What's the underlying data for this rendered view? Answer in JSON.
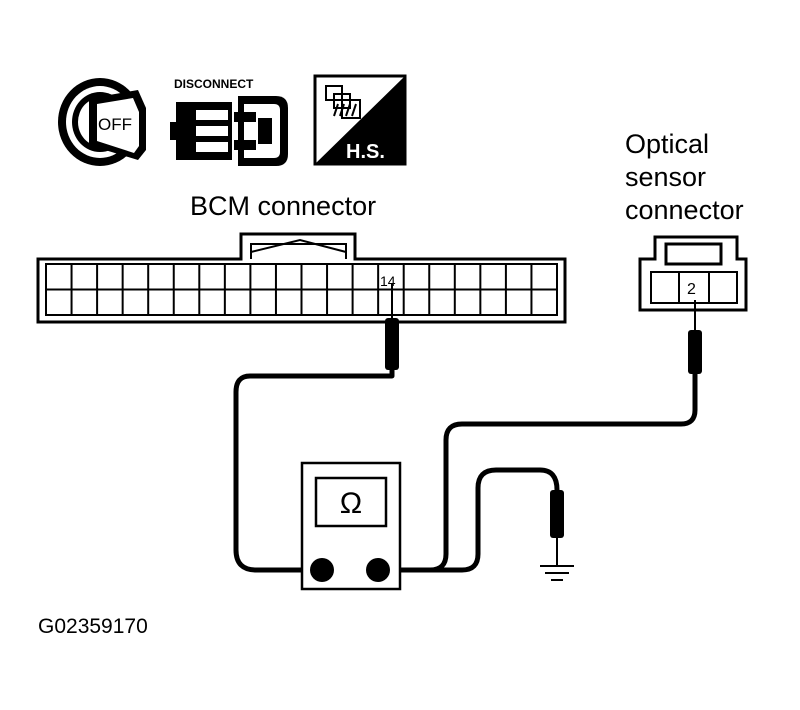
{
  "icons": {
    "ignition": {
      "name": "ignition-key-icon",
      "label": "OFF"
    },
    "disconnect": {
      "name": "disconnect-icon",
      "label": "DISCONNECT"
    },
    "harness_side": {
      "name": "harness-side-icon",
      "label": "H.S."
    }
  },
  "bcm_connector": {
    "label": "BCM connector",
    "pin": "14"
  },
  "optical_connector": {
    "label_lines": [
      "Optical",
      "sensor",
      "connector"
    ],
    "pin": "2"
  },
  "meter": {
    "symbol": "Ω"
  },
  "figure_id": "G02359170"
}
